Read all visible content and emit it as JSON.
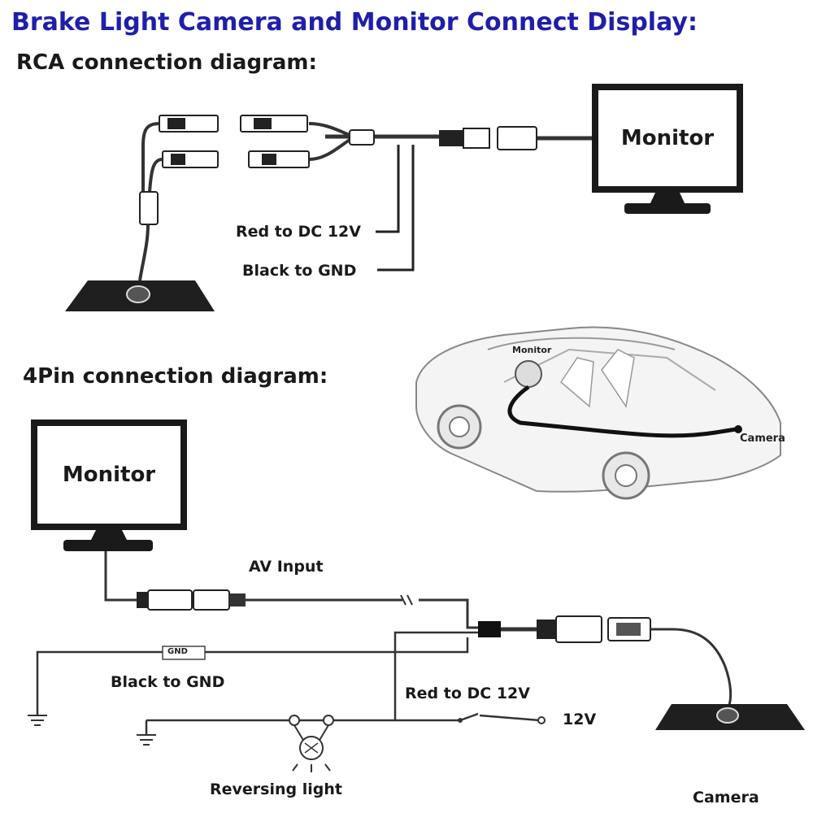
{
  "title": "Brake Light Camera and Monitor Connect Display:",
  "rca": {
    "heading": "RCA  connection diagram:",
    "monitor_label": "Monitor",
    "red_label": "Red to DC 12V",
    "black_label": "Black to GND"
  },
  "car": {
    "monitor_label": "Monitor",
    "camera_label": "Camera"
  },
  "pin4": {
    "heading": "4Pin connection diagram:",
    "monitor_label": "Monitor",
    "av_label": "AV Input",
    "gnd_tag": "GND",
    "black_label": "Black to GND",
    "red_label": "Red to DC 12V",
    "volt_label": "12V",
    "reversing_label": "Reversing light",
    "camera_label": "Camera"
  },
  "colors": {
    "title": "#1f1faa",
    "ink": "#1a1a1a"
  }
}
